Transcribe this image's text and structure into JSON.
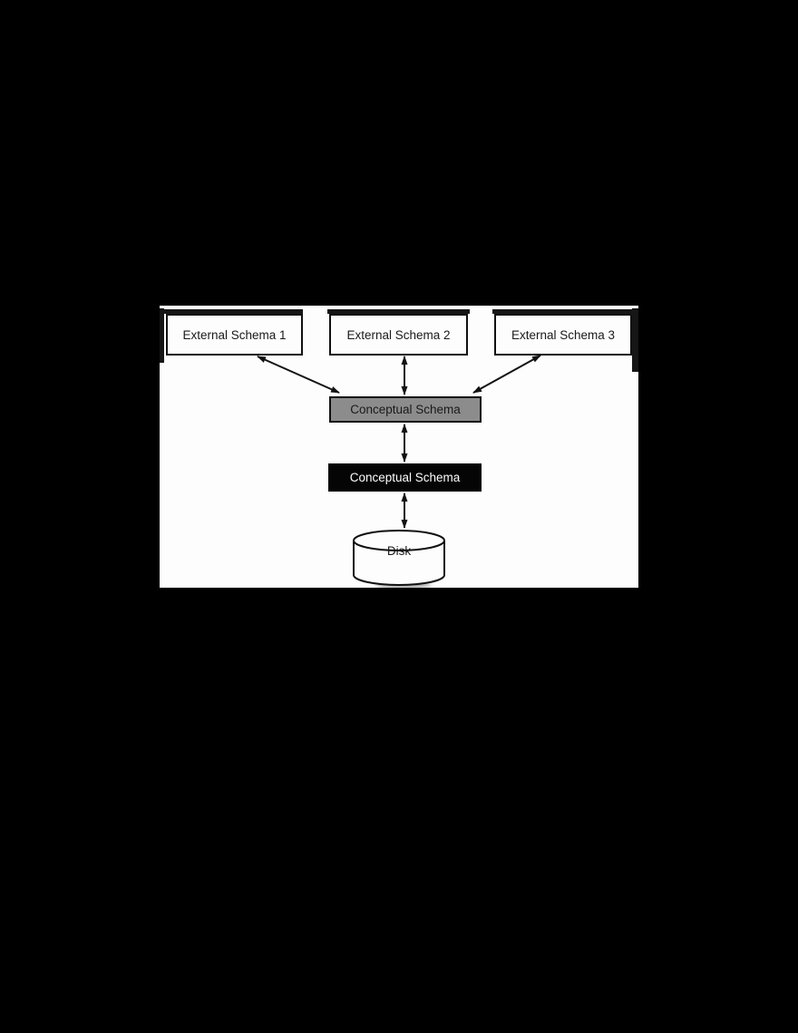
{
  "page": {
    "background": "#000000"
  },
  "canvas": {
    "background": "#fdfdfd"
  },
  "colors": {
    "line": "#111111",
    "external_box_fill": "#fdfdfd",
    "conceptual_gray_fill": "#8c8c8c",
    "conceptual_black_fill": "#050505",
    "conceptual_black_text": "#fefefe"
  },
  "diagram": {
    "type": "three-schema-database-architecture",
    "external_schemas": [
      {
        "label": "External Schema 1"
      },
      {
        "label": "External Schema 2"
      },
      {
        "label": "External Schema 3"
      }
    ],
    "conceptual_schema_gray": {
      "label": "Conceptual Schema"
    },
    "conceptual_schema_black": {
      "label": "Conceptual Schema"
    },
    "disk": {
      "label": "Disk"
    },
    "connections": [
      {
        "from": "External Schema 1",
        "to": "Conceptual Schema (gray)",
        "style": "double-headed-arrow"
      },
      {
        "from": "External Schema 2",
        "to": "Conceptual Schema (gray)",
        "style": "double-headed-arrow"
      },
      {
        "from": "External Schema 3",
        "to": "Conceptual Schema (gray)",
        "style": "double-headed-arrow"
      },
      {
        "from": "Conceptual Schema (gray)",
        "to": "Conceptual Schema (black)",
        "style": "double-headed-arrow"
      },
      {
        "from": "Conceptual Schema (black)",
        "to": "Disk",
        "style": "double-headed-arrow"
      }
    ]
  }
}
